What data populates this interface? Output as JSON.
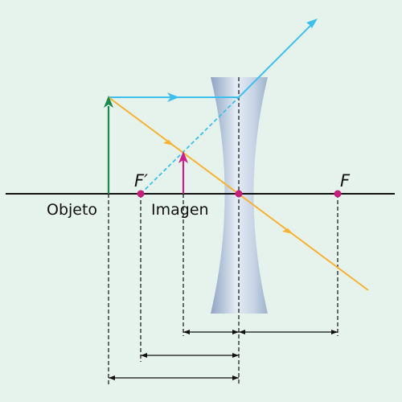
{
  "labels": {
    "object": "Objeto",
    "image": "Imagen",
    "focal_left": "F′",
    "focal_right": "F"
  },
  "colors": {
    "background": "#e6f3ec",
    "axis": "#111111",
    "object_arrow": "#1a8a4a",
    "image_arrow": "#cc1f8a",
    "ray_parallel": "#3ec0ee",
    "ray_central": "#f7b233",
    "focal_points": "#c41e7a",
    "lens_edge": "#8a9fc0",
    "lens_center": "#eef3f8"
  },
  "lens_type": "diverging (concave)",
  "diagram_type": "thin-lens ray diagram"
}
